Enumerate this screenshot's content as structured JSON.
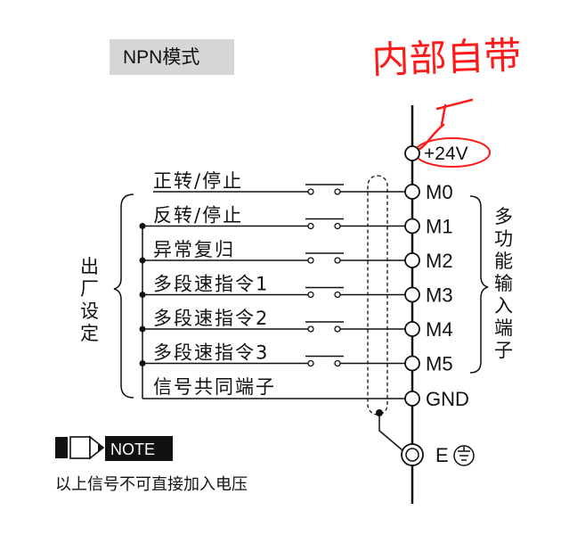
{
  "mode_label": "NPN模式",
  "handwritten_note": "内部自带",
  "power_terminal": "+24V",
  "inputs": [
    {
      "label": "正转/停止",
      "terminal": "M0"
    },
    {
      "label": "反转/停止",
      "terminal": "M1"
    },
    {
      "label": "异常复归",
      "terminal": "M2"
    },
    {
      "label": "多段速指令1",
      "terminal": "M3"
    },
    {
      "label": "多段速指令2",
      "terminal": "M4"
    },
    {
      "label": "多段速指令3",
      "terminal": "M5"
    }
  ],
  "common": {
    "label": "信号共同端子",
    "terminal": "GND"
  },
  "factory_setting": [
    "出",
    "厂",
    "设",
    "定"
  ],
  "multi_function": [
    "多",
    "功",
    "能",
    "输",
    "入",
    "端",
    "子"
  ],
  "earth_terminal": "E",
  "note": {
    "badge": "NOTE",
    "text": "以上信号不可直接加入电压"
  },
  "colors": {
    "annotation": "#ff1a1a",
    "line": "#111111",
    "badge": "#111111"
  }
}
